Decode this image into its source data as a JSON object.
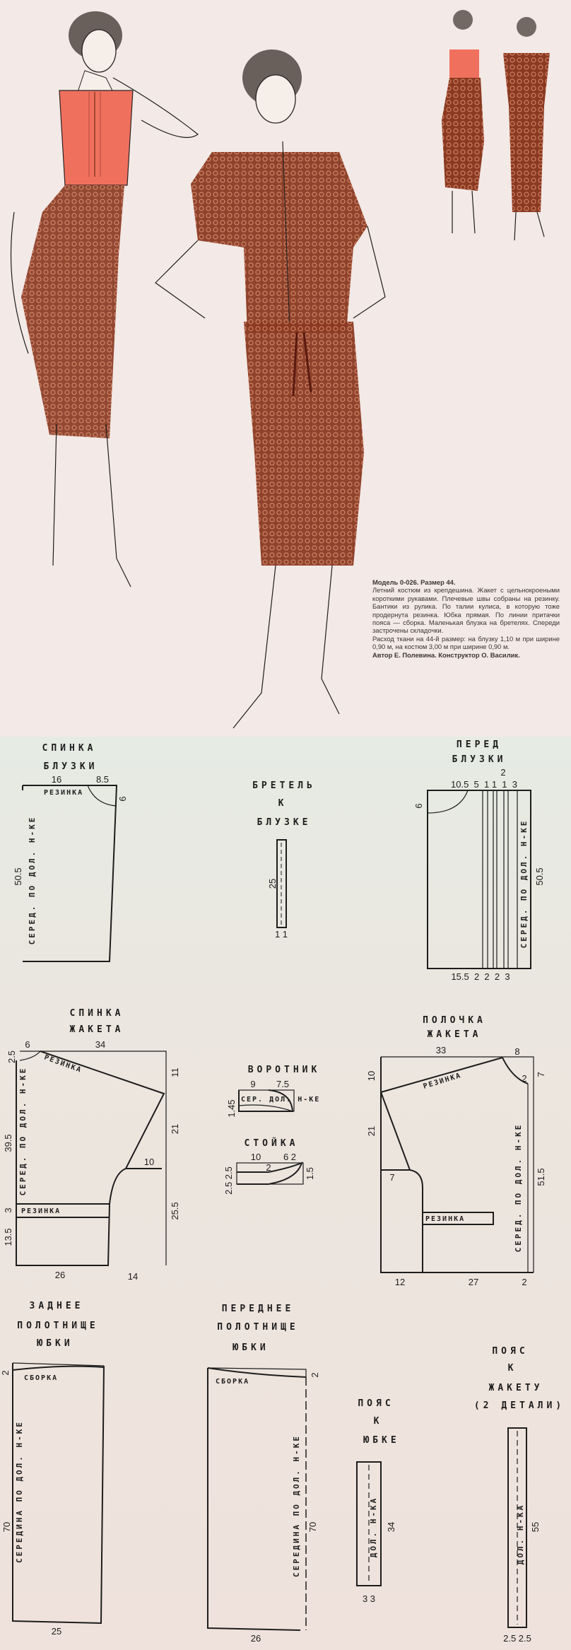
{
  "illustration": {
    "colors": {
      "print_fabric": "#8a3a22",
      "blouse": "#f0705e",
      "outline": "#2a2220"
    }
  },
  "description": {
    "model_line": "Модель 0-026. Размер 44.",
    "body": "Летний костюм из крепдешина. Жакет с цельнокроеными короткими рукавами. Плечевые швы собраны на резинку. Бантики из рулика. По талии кулиса, в которую тоже продернута резинка. Юбка прямая. По линии притачки пояса — сборка. Маленькая блузка на бретелях. Спереди застрочены складочки.",
    "consumption": "Расход ткани на 44-й размер: на блузку 1,10 м при ширине 0,90 м, на костюм 3,00 м при ширине 0,90 м.",
    "credits": "Автор Е. Полевина. Конструктор О. Василик."
  },
  "patterns": {
    "blouse_back": {
      "title1": "СПИНКА",
      "title2": "БЛУЗКИ",
      "d1": "16",
      "d2": "8.5",
      "d3": "6",
      "height": "50.5",
      "band": "РЕЗИНКА",
      "axis": "СЕРЕД. ПО ДОЛ. Н-КЕ"
    },
    "strap": {
      "title1": "БРЕТЕЛЬ",
      "title2": "К",
      "title3": "БЛУЗКЕ",
      "length": "25",
      "width": "1 1"
    },
    "blouse_front": {
      "title1": "ПЕРЕД",
      "title2": "БЛУЗКИ",
      "top": "10.5  5  1 1  1  3",
      "top2": "2",
      "d_neck": "6",
      "height": "50.5",
      "bottom": "15.5  2  2  2  3",
      "axis": "СЕРЕД. ПО ДОЛ. Н-КЕ"
    },
    "jacket_back": {
      "title1": "СПИНКА",
      "title2": "ЖАКЕТА",
      "d_neck": "6",
      "d_top": "34",
      "d_25": "2.5",
      "d_11": "11",
      "d_21": "21",
      "d_10": "10",
      "d_255": "25.5",
      "d_395": "39.5",
      "d_3": "3",
      "d_135": "13.5",
      "d_26": "26",
      "d_14": "14",
      "band1": "РЕЗИНКА",
      "band2": "РЕЗИНКА",
      "axis": "СЕРЕД. ПО ДОЛ. Н-КЕ"
    },
    "collar": {
      "title": "ВОРОТНИК",
      "d1": "9",
      "d2": "7.5",
      "d3": "1.45",
      "label": "СЕР. ДОЛ. Н-КЕ"
    },
    "stand": {
      "title": "СТОЙКА",
      "d1": "10",
      "d2": "6 2",
      "d3": "2.5 2.5",
      "d4": "2.5",
      "d5": "1.5",
      "d6": "2"
    },
    "jacket_front": {
      "title1": "ПОЛОЧКА",
      "title2": "ЖАКЕТА",
      "d_33": "33",
      "d_8": "8",
      "d_10": "10",
      "d_7": "7",
      "d_2": "2",
      "d_21": "21",
      "d_7b": "7",
      "d_515": "51.5",
      "d_12": "12",
      "d_27": "27",
      "d_2b": "2",
      "band1": "РЕЗИНКА",
      "band2": "РЕЗИНКА",
      "axis": "СЕРЕД. ПО ДОЛ. Н-КЕ"
    },
    "skirt_back": {
      "title1": "ЗАДНЕЕ",
      "title2": "ПОЛОТНИЩЕ",
      "title3": "ЮБКИ",
      "gather": "СБОРКА",
      "d2": "2",
      "length": "70",
      "width": "25",
      "axis": "СЕРЕДИНА ПО ДОЛ. Н-КЕ"
    },
    "skirt_front": {
      "title1": "ПЕРЕДНЕЕ",
      "title2": "ПОЛОТНИЩЕ",
      "title3": "ЮБКИ",
      "gather": "СБОРКА",
      "d2": "2",
      "length": "70",
      "width": "26",
      "axis": "СЕРЕДИНА ПО ДОЛ. Н-КЕ"
    },
    "skirt_belt": {
      "title1": "ПОЯС",
      "title2": "К",
      "title3": "ЮБКЕ",
      "length": "34",
      "width": "3 3",
      "axis": "ДОЛ. Н-КА"
    },
    "jacket_belt": {
      "title1": "ПОЯС",
      "title2": "К",
      "title3": "ЖАКЕТУ",
      "title4": "(2 ДЕТАЛИ)",
      "length": "55",
      "width": "2.5 2.5",
      "axis": "ДОЛ. Н-КА"
    }
  }
}
